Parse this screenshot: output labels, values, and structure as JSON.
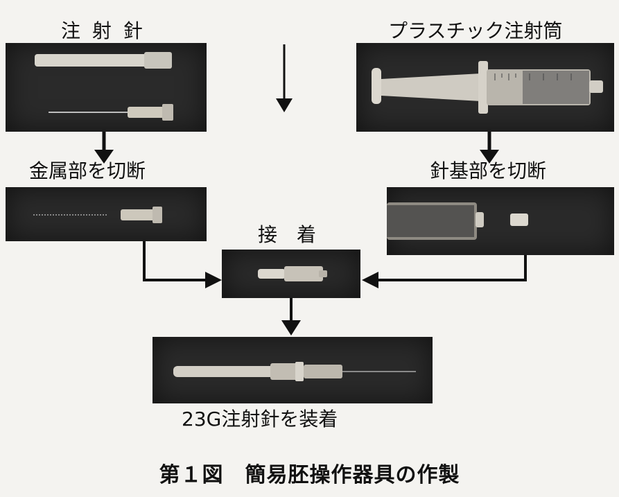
{
  "labels": {
    "needle": "注 射 針",
    "syringe": "プラスチック注射筒",
    "cut_metal": "金属部を切断",
    "cut_hub": "針基部を切断",
    "bond": "接　着",
    "attach": "23G注射針を装着"
  },
  "caption": "第１図　簡易胚操作器具の作製",
  "colors": {
    "photo_bg": "#2a2a2a",
    "arrow": "#111111",
    "page_bg": "#f4f3f0"
  }
}
